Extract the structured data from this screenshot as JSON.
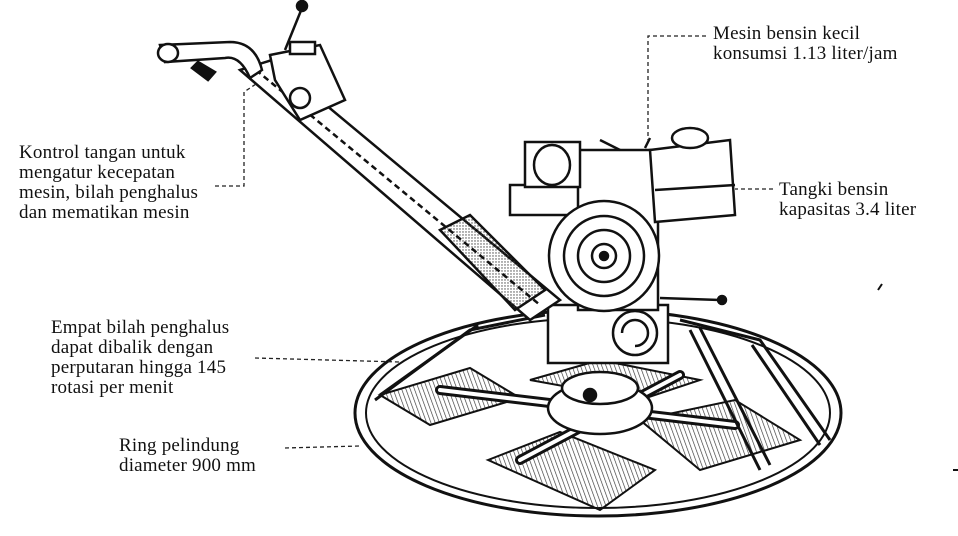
{
  "labels": {
    "engine": [
      "Mesin bensin kecil",
      "konsumsi 1.13 liter/jam"
    ],
    "hand_control": [
      "Kontrol tangan untuk",
      "mengatur kecepatan",
      "mesin, bilah penghalus",
      "dan mematikan mesin"
    ],
    "fuel_tank": [
      "Tangki bensin",
      "kapasitas 3.4 liter"
    ],
    "blades": [
      "Empat bilah penghalus",
      "dapat dibalik dengan",
      "perputaran hingga 145",
      "rotasi per menit"
    ],
    "ring": [
      "Ring pelindung",
      "diameter 900 mm"
    ]
  },
  "colors": {
    "ink": "#111111",
    "paper": "#ffffff",
    "hatch": "#444444"
  }
}
